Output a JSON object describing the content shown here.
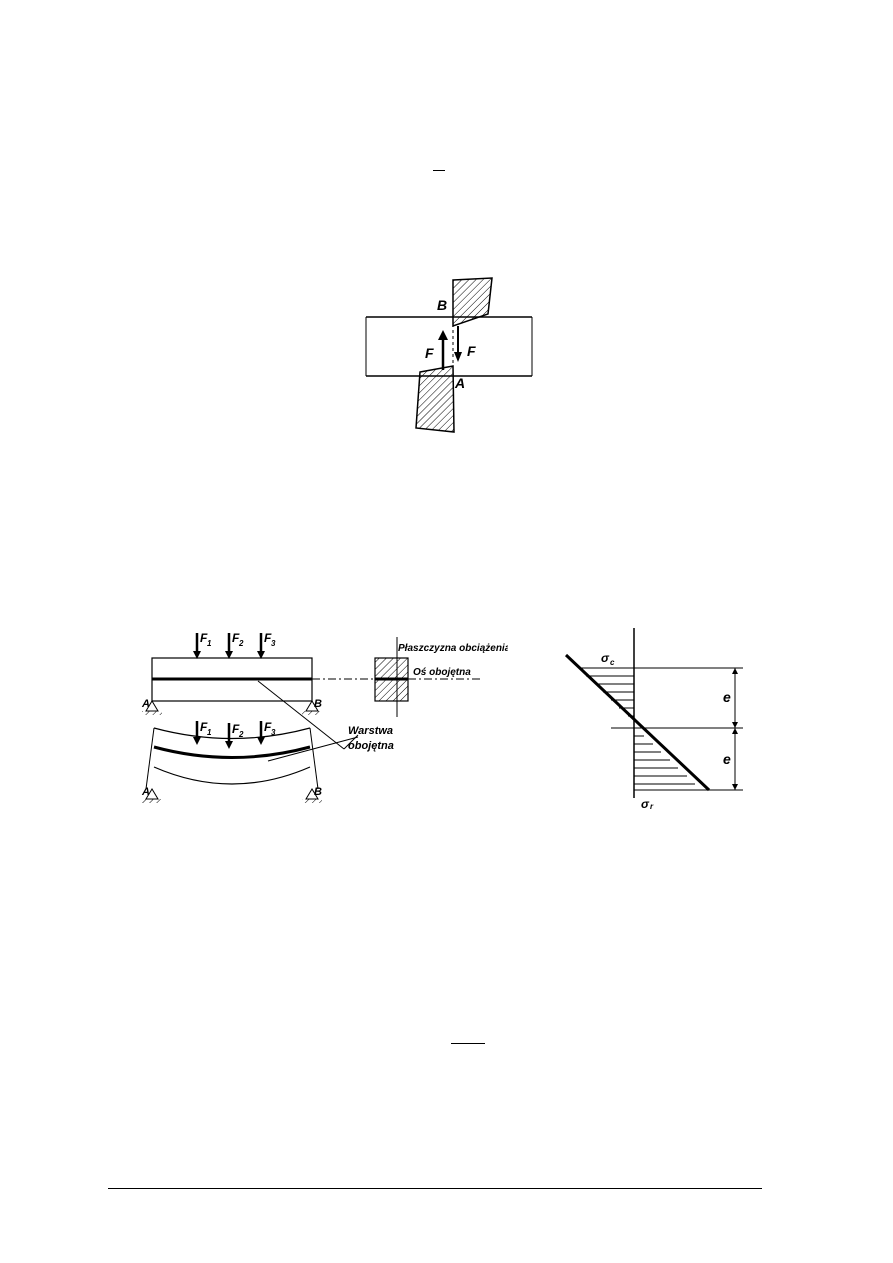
{
  "figure_shear": {
    "label_b": "B",
    "label_a": "A",
    "label_f_up": "F",
    "label_f_down": "F"
  },
  "figure_bending": {
    "forces": [
      "F",
      "F",
      "F"
    ],
    "force_subscripts": [
      "1",
      "2",
      "3"
    ],
    "label_a_top": "A",
    "label_b_top": "B",
    "label_a_bottom": "A",
    "label_b_bottom": "B",
    "label_plane": "Płaszczyzna obciążenia",
    "label_axis": "Oś obojętna",
    "label_layer_1": "Warstwa",
    "label_layer_2": "obojętna"
  },
  "figure_stress": {
    "label_sigma_c": "σ",
    "label_sigma_c_sub": "c",
    "label_sigma_r": "σ",
    "label_sigma_r_sub": "r",
    "label_e_top": "e",
    "label_e_bottom": "e"
  }
}
